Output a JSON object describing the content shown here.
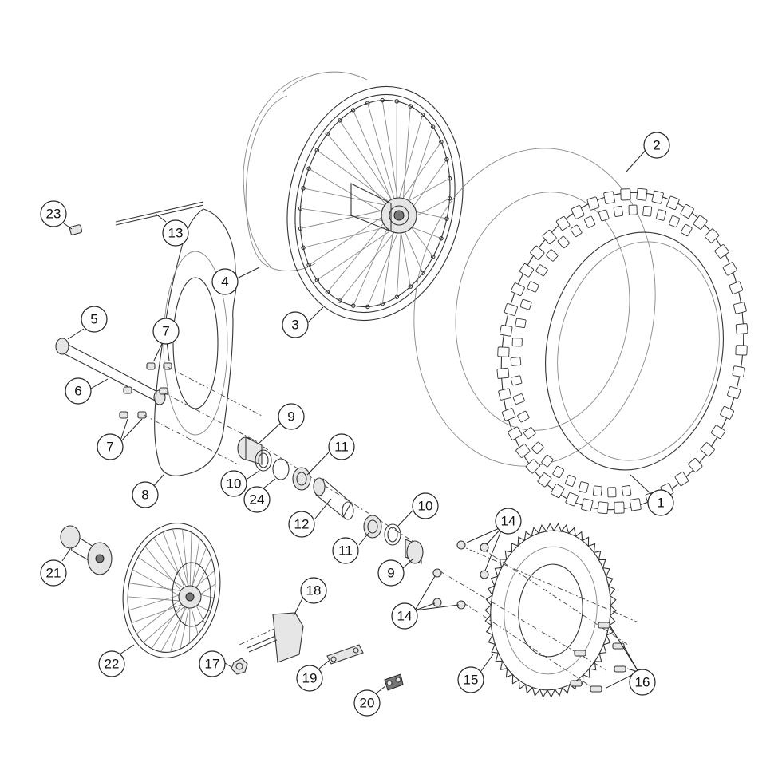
{
  "callouts": [
    {
      "id": "1",
      "label": "1"
    },
    {
      "id": "2",
      "label": "2"
    },
    {
      "id": "3",
      "label": "3"
    },
    {
      "id": "4",
      "label": "4"
    },
    {
      "id": "5",
      "label": "5"
    },
    {
      "id": "6",
      "label": "6"
    },
    {
      "id": "7a",
      "label": "7"
    },
    {
      "id": "7b",
      "label": "7"
    },
    {
      "id": "8",
      "label": "8"
    },
    {
      "id": "9a",
      "label": "9"
    },
    {
      "id": "9b",
      "label": "9"
    },
    {
      "id": "10a",
      "label": "10"
    },
    {
      "id": "10b",
      "label": "10"
    },
    {
      "id": "11a",
      "label": "11"
    },
    {
      "id": "11b",
      "label": "11"
    },
    {
      "id": "12",
      "label": "12"
    },
    {
      "id": "13",
      "label": "13"
    },
    {
      "id": "14a",
      "label": "14"
    },
    {
      "id": "14b",
      "label": "14"
    },
    {
      "id": "15",
      "label": "15"
    },
    {
      "id": "16",
      "label": "16"
    },
    {
      "id": "17",
      "label": "17"
    },
    {
      "id": "18",
      "label": "18"
    },
    {
      "id": "19",
      "label": "19"
    },
    {
      "id": "20",
      "label": "20"
    },
    {
      "id": "21",
      "label": "21"
    },
    {
      "id": "22",
      "label": "22"
    },
    {
      "id": "23",
      "label": "23"
    },
    {
      "id": "24",
      "label": "24"
    }
  ]
}
